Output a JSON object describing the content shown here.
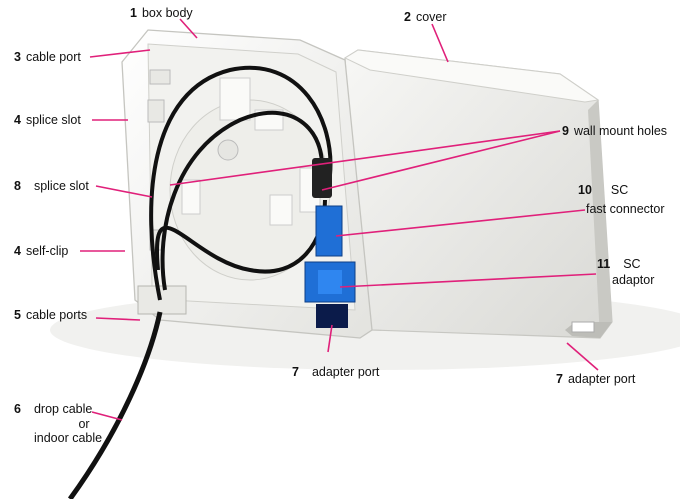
{
  "labels": {
    "box_body": {
      "num": "1",
      "text": "box body"
    },
    "cover": {
      "num": "2",
      "text": "cover"
    },
    "cable_port": {
      "num": "3",
      "text": "cable port"
    },
    "splice_slot_4": {
      "num": "4",
      "text": "splice slot"
    },
    "wall_mount_holes": {
      "num": "9",
      "text": "wall mount holes"
    },
    "splice_slot_8": {
      "num": "8",
      "text": "splice slot"
    },
    "sc_fast_connector": {
      "num": "10",
      "line1": "SC",
      "line2": "fast connector"
    },
    "self_clip": {
      "num": "4",
      "text": "self-clip"
    },
    "sc_adaptor": {
      "num": "11",
      "line1": "SC",
      "line2": "adaptor"
    },
    "cable_ports": {
      "num": "5",
      "text": "cable ports"
    },
    "adapter_port_center": {
      "num": "7",
      "text": "adapter port"
    },
    "adapter_port_right": {
      "num": "7",
      "text": "adapter port"
    },
    "drop_cable": {
      "num": "6",
      "line1": "drop cable",
      "line2": "or",
      "line3": "indoor cable"
    }
  },
  "colors": {
    "leader": "#e0207a",
    "box_light": "#f4f4f2",
    "box_shade": "#dcdcd8",
    "cable": "#111111",
    "connector_blue": "#1f6fd6",
    "connector_dark": "#0b1b4a"
  }
}
